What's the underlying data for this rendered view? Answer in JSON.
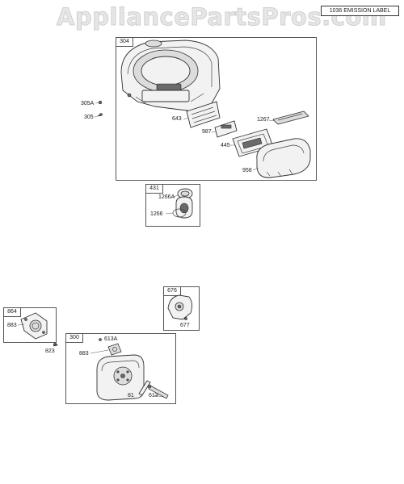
{
  "watermark": "AppliancePartsPros.com",
  "emission_label": "1036 EMISSION LABEL",
  "groups": {
    "g304": {
      "number": "304",
      "callouts": {
        "p305a": "305A",
        "p305": "305",
        "p643": "643",
        "p987": "987",
        "p1267": "1267",
        "p445": "445",
        "p958": "958"
      }
    },
    "g431": {
      "number": "431",
      "callouts": {
        "p1266a": "1266A",
        "p1266": "1266"
      }
    },
    "g676": {
      "number": "676",
      "callouts": {
        "p677": "677"
      }
    },
    "g864": {
      "number": "864",
      "callouts": {
        "p883": "883",
        "p823": "823"
      }
    },
    "g300": {
      "number": "300",
      "callouts": {
        "p613a": "613A",
        "p883": "883",
        "p81": "81",
        "p613": "613"
      }
    }
  }
}
